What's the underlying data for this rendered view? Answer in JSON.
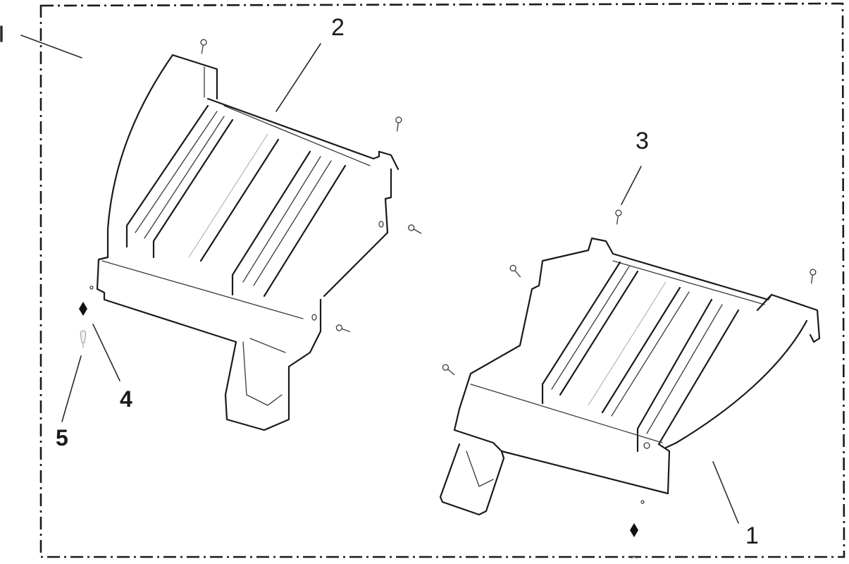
{
  "callouts": {
    "c1": "1",
    "c2": "2",
    "c3": "3",
    "c4": "4",
    "c5": "5"
  },
  "colors": {
    "line": "#1a1a1a",
    "background": "#ffffff",
    "shading": "#b8b8b8"
  }
}
